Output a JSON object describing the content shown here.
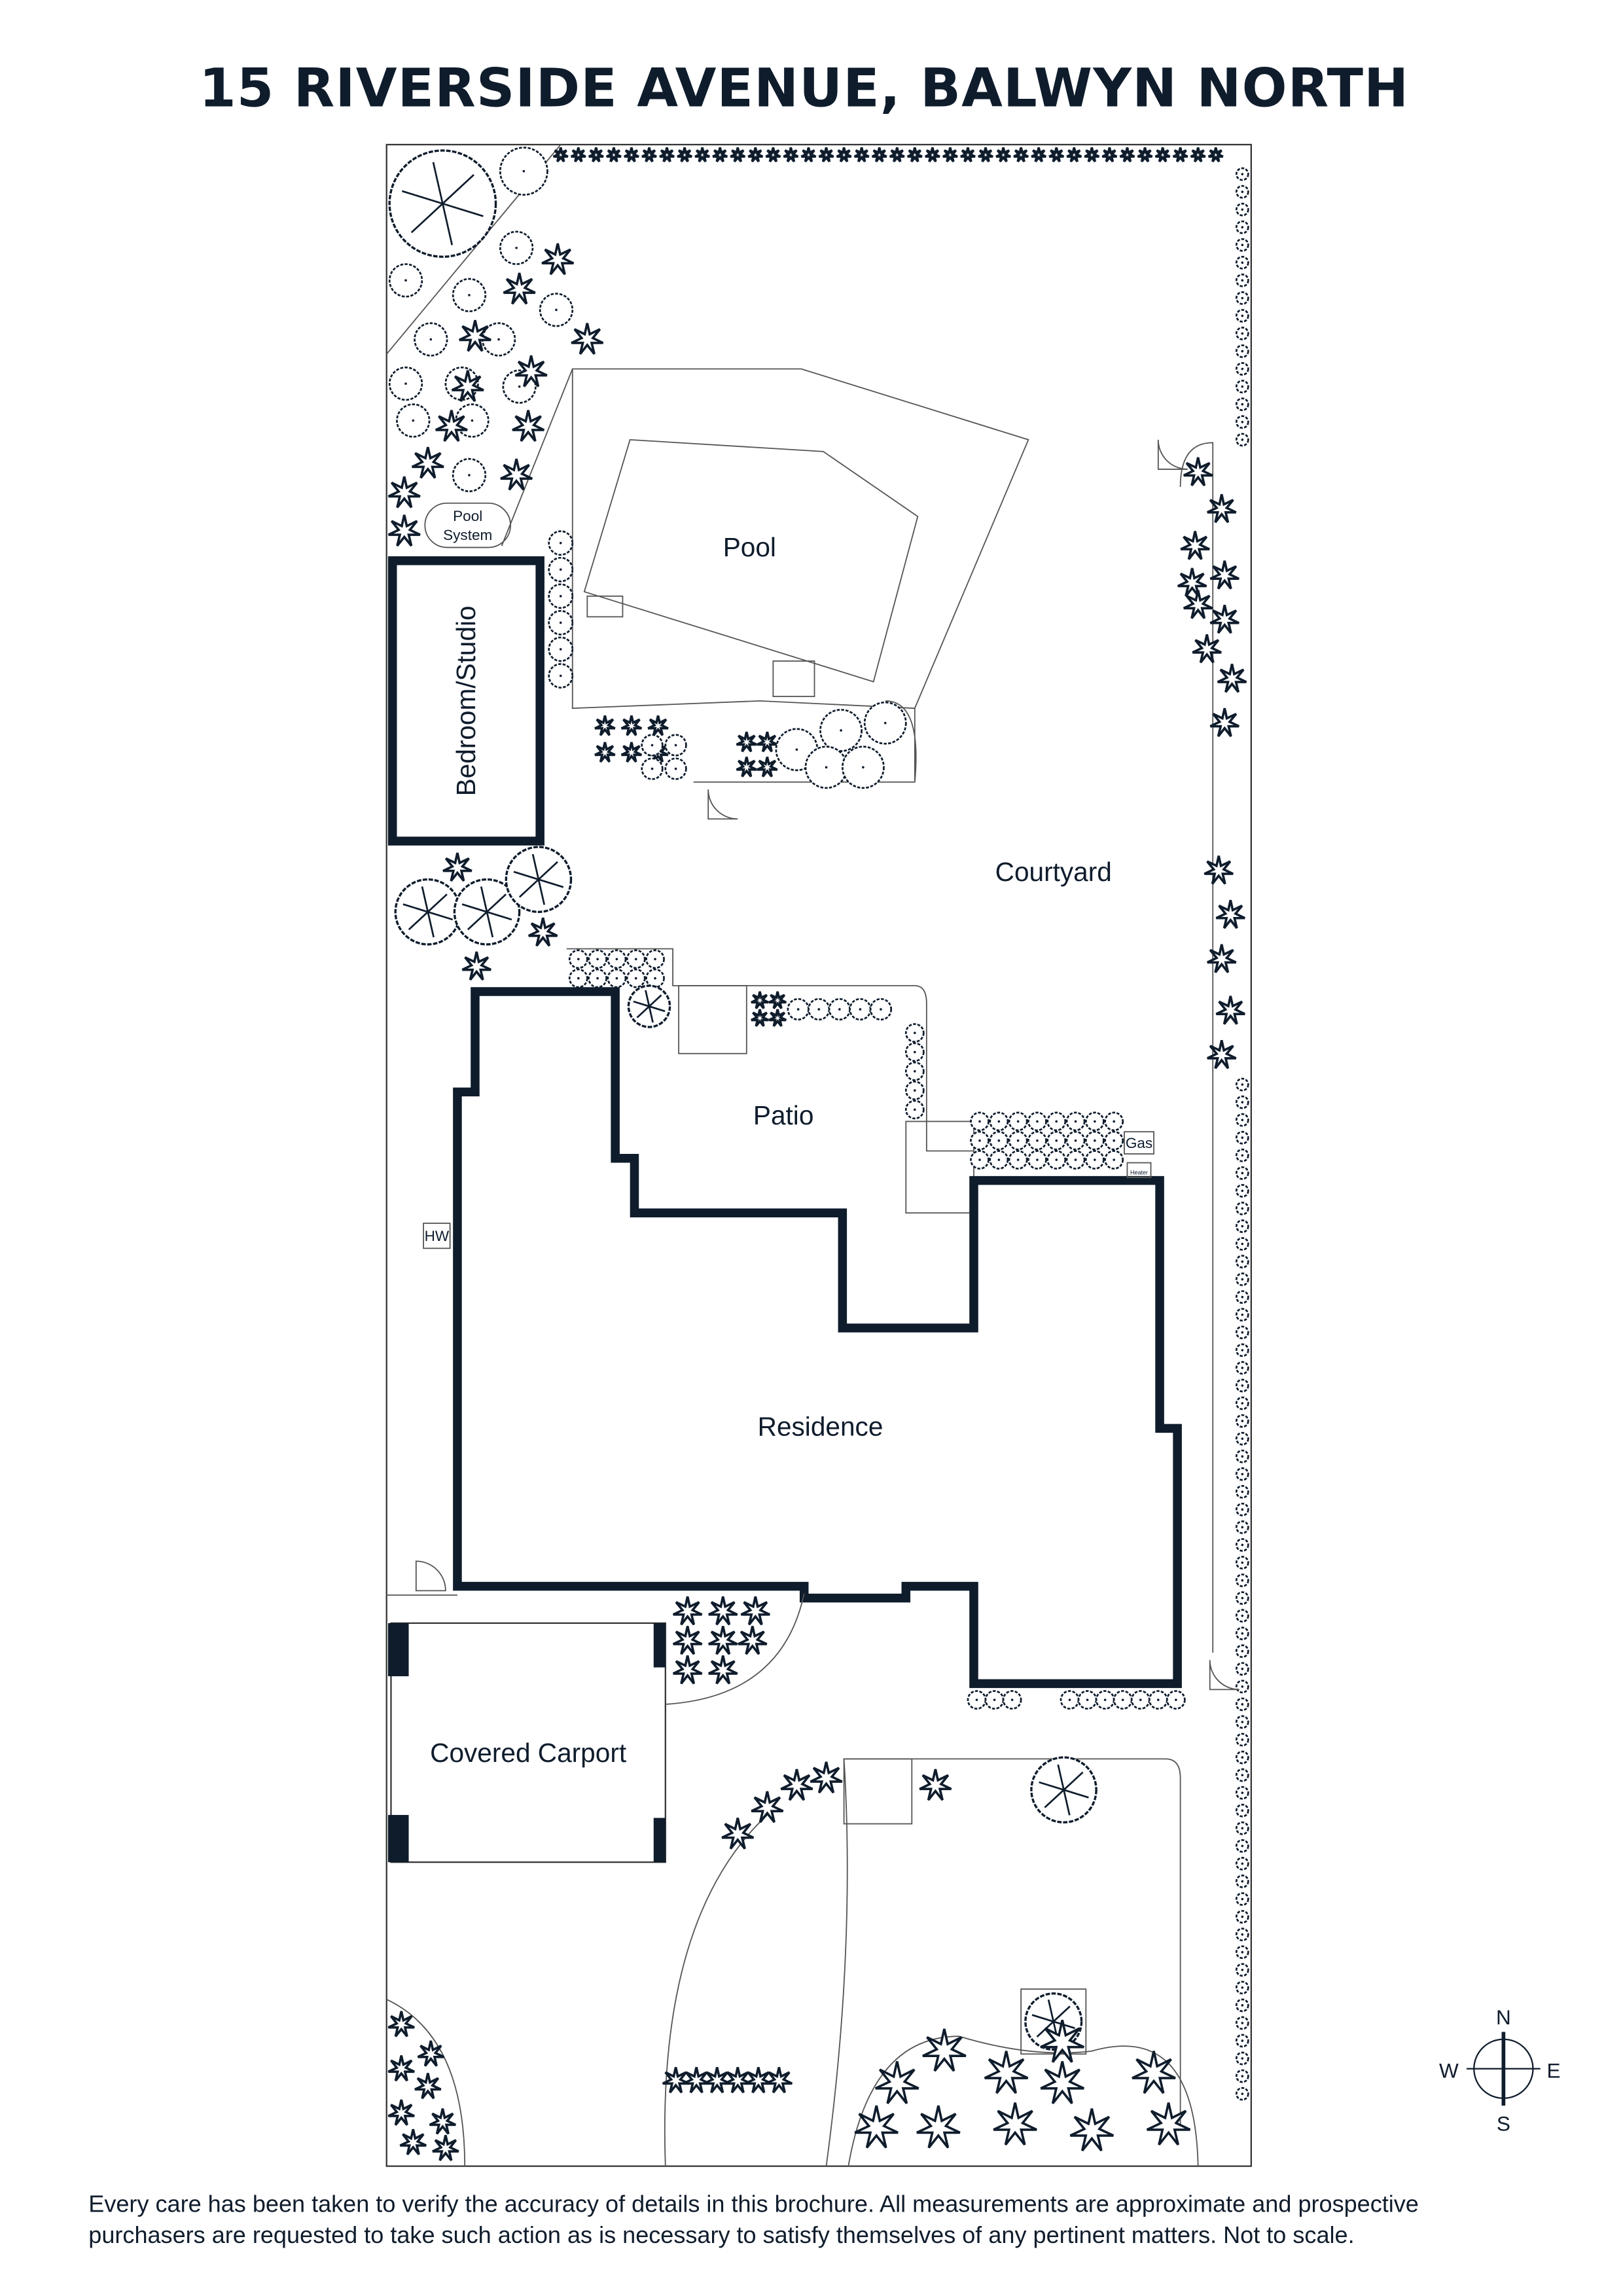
{
  "title": "15 RIVERSIDE AVENUE, BALWYN NORTH",
  "labels": {
    "pool": "Pool",
    "pool_system_line1": "Pool",
    "pool_system_line2": "System",
    "bedroom_studio": "Bedroom/Studio",
    "courtyard": "Courtyard",
    "patio": "Patio",
    "residence": "Residence",
    "covered_carport": "Covered Carport",
    "hw": "HW",
    "gas": "Gas",
    "heater": "Heater"
  },
  "compass": {
    "n": "N",
    "s": "S",
    "e": "E",
    "w": "W"
  },
  "disclaimer": {
    "line1": "Every care has been taken to verify the accuracy of details in this brochure. All measurements are approximate and prospective",
    "line2": "purchasers are requested to take such action as is necessary to satisfy themselves of any pertinent matters. Not to scale."
  },
  "colors": {
    "ink": "#0f1c2c"
  }
}
